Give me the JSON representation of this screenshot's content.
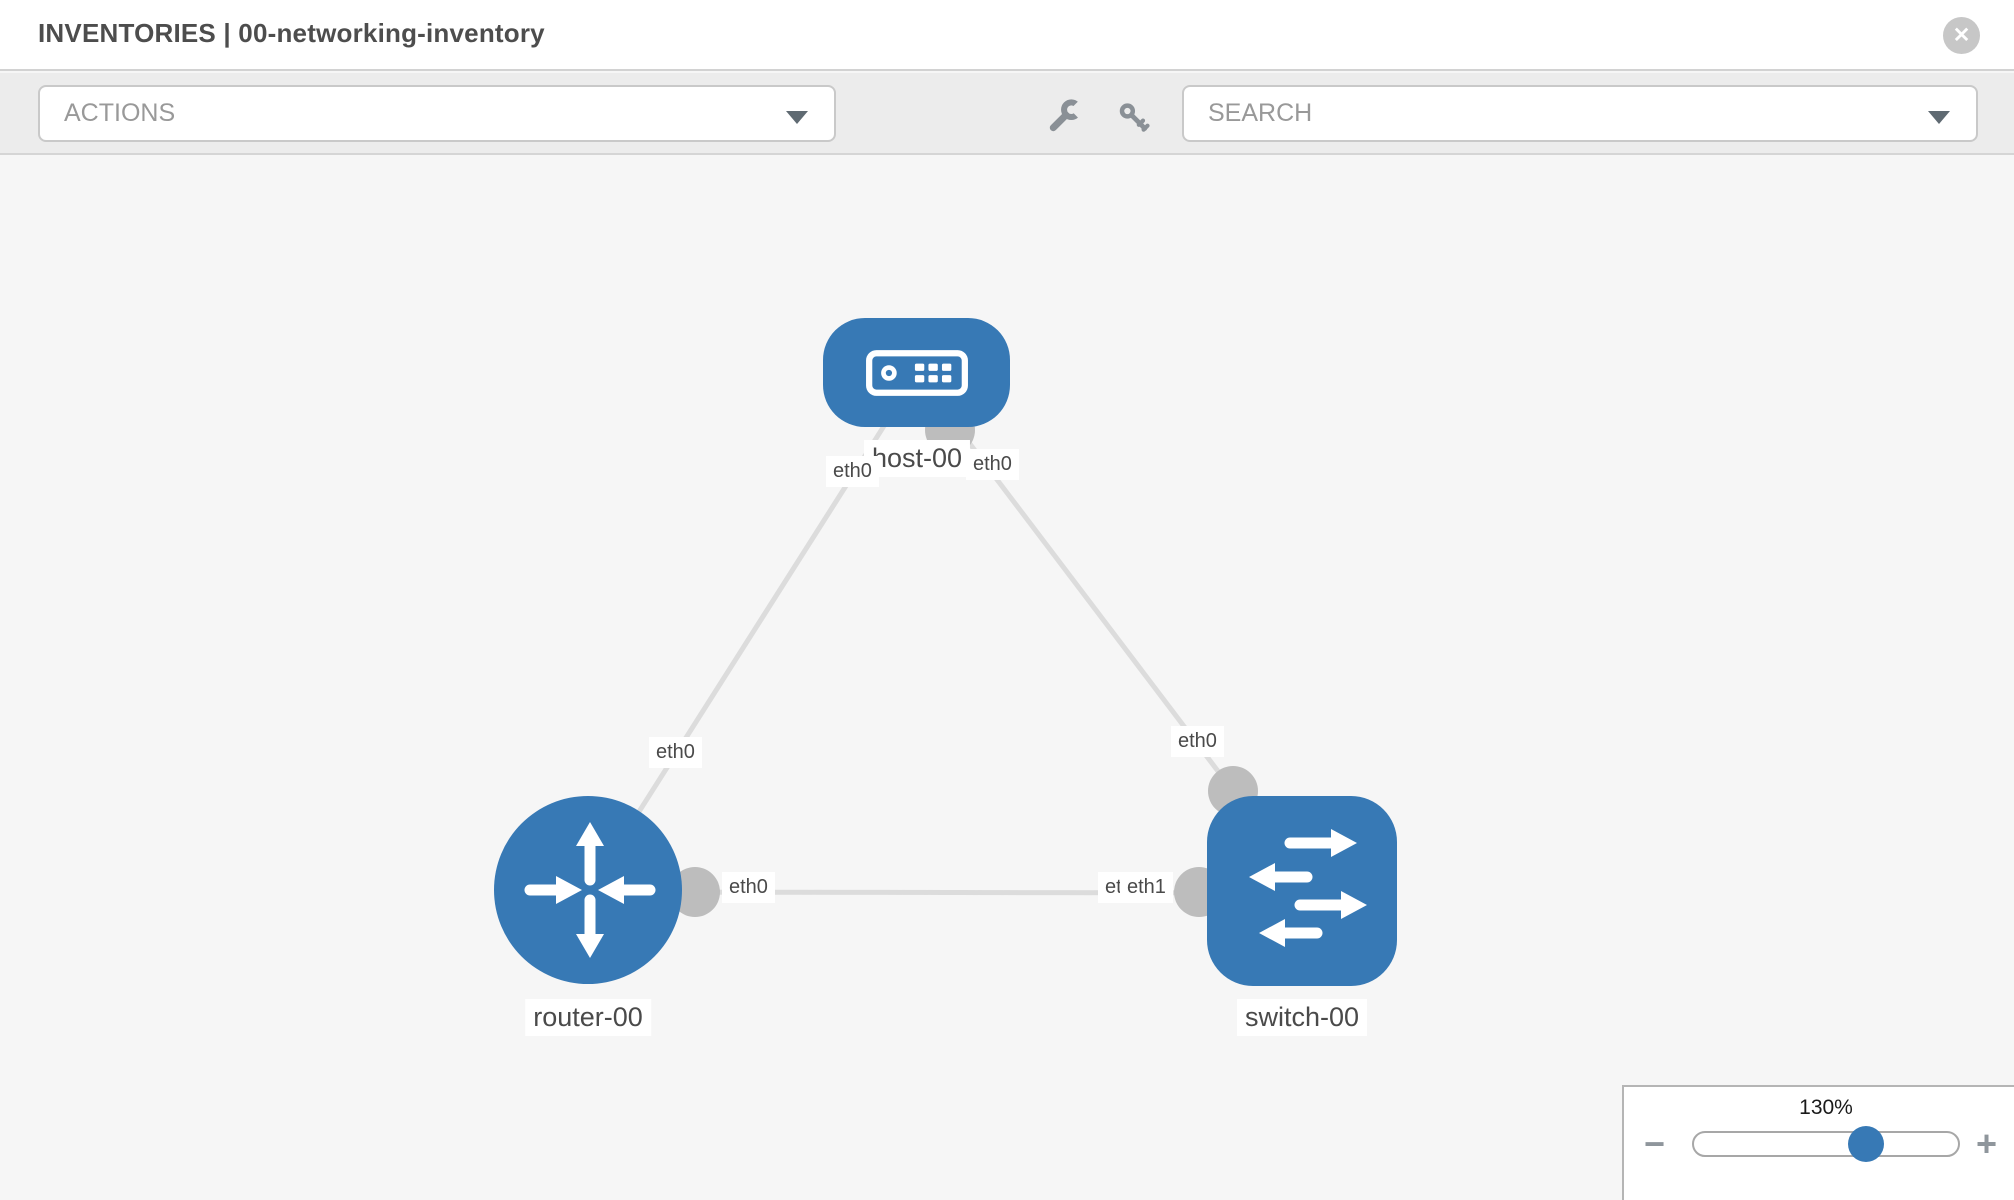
{
  "header": {
    "title": "INVENTORIES | 00-networking-inventory",
    "close_glyph": "✕"
  },
  "toolbar": {
    "actions": {
      "label": "ACTIONS"
    },
    "search": {
      "placeholder": "SEARCH"
    },
    "icons": [
      {
        "name": "wrench-icon"
      },
      {
        "name": "key-icon"
      }
    ]
  },
  "topology": {
    "nodes": [
      {
        "id": "host-00",
        "type": "host",
        "label": "host-00"
      },
      {
        "id": "router-00",
        "type": "router",
        "label": "router-00"
      },
      {
        "id": "switch-00",
        "type": "switch",
        "label": "switch-00"
      }
    ],
    "interfaces": [
      {
        "name": "eth0"
      },
      {
        "name": "eth0"
      },
      {
        "name": "eth0"
      },
      {
        "name": "eth0"
      },
      {
        "name": "eth0"
      },
      {
        "name": "eth0"
      },
      {
        "name": "eth1"
      }
    ],
    "links": [
      {
        "from": "host-00",
        "from_if": "eth0",
        "to": "router-00",
        "to_if": "eth0"
      },
      {
        "from": "host-00",
        "from_if": "eth0",
        "to": "switch-00",
        "to_if": "eth0"
      },
      {
        "from": "router-00",
        "from_if": "eth0",
        "to": "switch-00",
        "to_if": "eth1"
      }
    ]
  },
  "zoom_control": {
    "level": "130%",
    "minus_glyph": "−",
    "plus_glyph": "+"
  },
  "colors": {
    "node_blue": "#3779b5",
    "link_gray": "#dcdcdc",
    "port_gray": "#bdbdbd",
    "accent_text": "#4d4d4d"
  }
}
